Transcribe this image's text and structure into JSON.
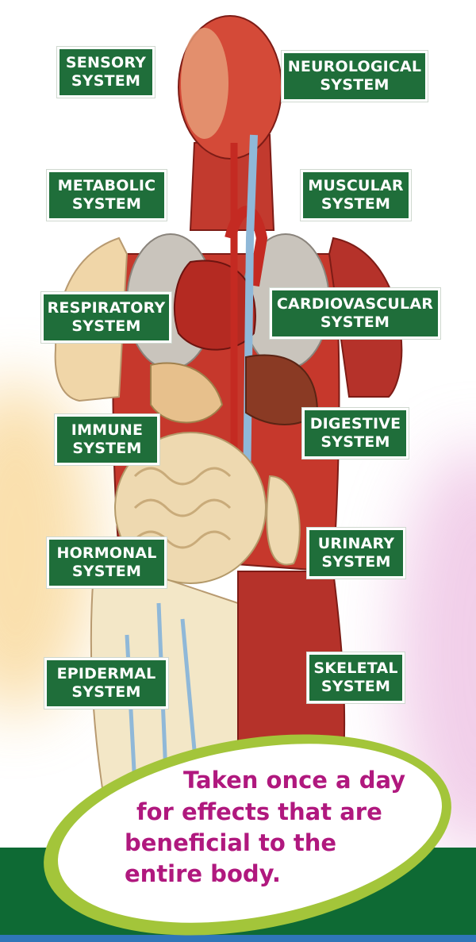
{
  "labels": {
    "sensory": [
      "SENSORY",
      "SYSTEM"
    ],
    "neurological": [
      "NEUROLOGICAL",
      "SYSTEM"
    ],
    "metabolic": [
      "METABOLIC",
      "SYSTEM"
    ],
    "muscular": [
      "MUSCULAR",
      "SYSTEM"
    ],
    "respiratory": [
      "RESPIRATORY",
      "SYSTEM"
    ],
    "cardiovascular": [
      "CARDIOVASCULAR",
      "SYSTEM"
    ],
    "immune": [
      "IMMUNE",
      "SYSTEM"
    ],
    "digestive": [
      "DIGESTIVE",
      "SYSTEM"
    ],
    "hormonal": [
      "HORMONAL",
      "SYSTEM"
    ],
    "urinary": [
      "URINARY",
      "SYSTEM"
    ],
    "epidermal": [
      "EPIDERMAL",
      "SYSTEM"
    ],
    "skeletal": [
      "SKELETAL",
      "SYSTEM"
    ]
  },
  "tagline": [
    "Taken once a day",
    "for effects that are",
    "beneficial to the",
    "entire body."
  ],
  "colors": {
    "label_bg": "#1f6e3a",
    "tagline": "#b0187e",
    "oval_border": "#a3c53a",
    "ground": "#0e6a34",
    "ground_stripe": "#2f76b8"
  }
}
